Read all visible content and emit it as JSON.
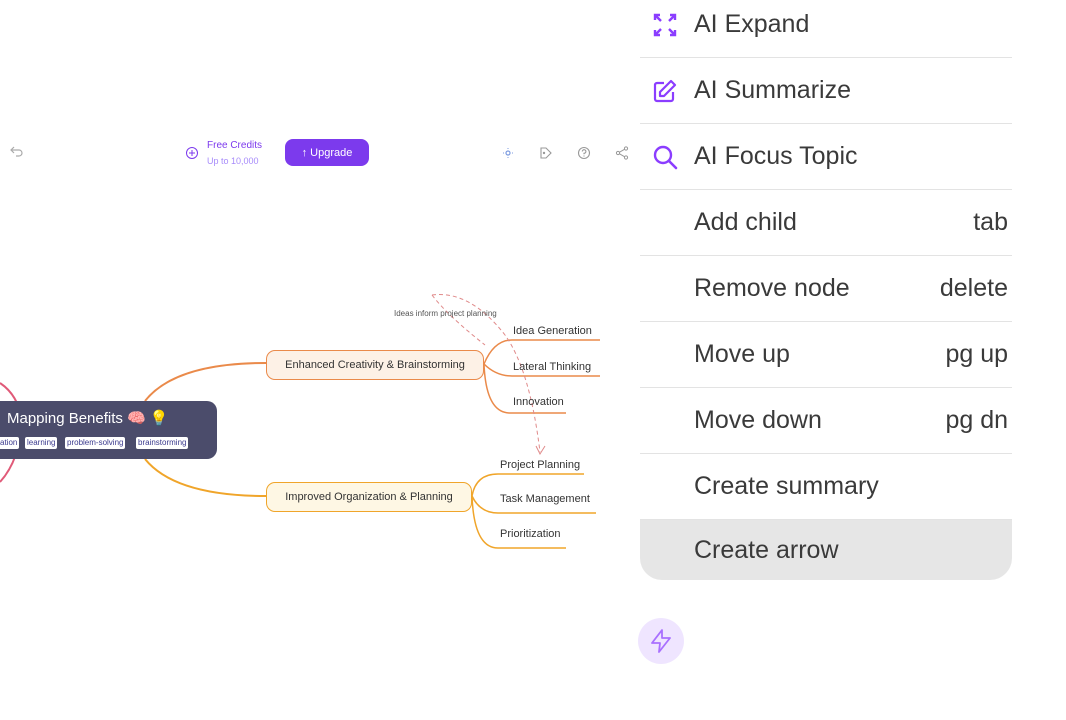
{
  "toolbar": {
    "undo_icon": "undo-icon",
    "credits_title": "Free Credits",
    "credits_subtitle": "Up to 10,000",
    "upgrade_label": "↑ Upgrade",
    "icons": [
      "theme-icon",
      "layout-icon",
      "help-icon",
      "share-icon"
    ]
  },
  "mindmap": {
    "root": {
      "title": "Mapping Benefits 🧠 💡",
      "tags": [
        "ation",
        "learning",
        "problem-solving",
        "brainstorming"
      ]
    },
    "branches": [
      {
        "label": "Enhanced Creativity & Brainstorming",
        "color": "#ea8a4a",
        "children": [
          "Idea Generation",
          "Lateral Thinking",
          "Innovation"
        ]
      },
      {
        "label": "Improved Organization & Planning",
        "color": "#f0a52a",
        "children": [
          "Project Planning",
          "Task Management",
          "Prioritization"
        ]
      }
    ],
    "arrow_label": "Ideas inform project planning",
    "root_color": "#4b4c6b",
    "left_branch_color": "#e05a78"
  },
  "context_menu": {
    "accent_color": "#8b3dff",
    "items": [
      {
        "label": "AI Expand",
        "icon": "expand-icon",
        "shortcut": ""
      },
      {
        "label": "AI Summarize",
        "icon": "edit-icon",
        "shortcut": ""
      },
      {
        "label": "AI Focus Topic",
        "icon": "search-icon",
        "shortcut": ""
      },
      {
        "label": "Add child",
        "icon": "",
        "shortcut": "tab"
      },
      {
        "label": "Remove node",
        "icon": "",
        "shortcut": "delete"
      },
      {
        "label": "Move up",
        "icon": "",
        "shortcut": "pg up"
      },
      {
        "label": "Move down",
        "icon": "",
        "shortcut": "pg dn"
      },
      {
        "label": "Create summary",
        "icon": "",
        "shortcut": ""
      },
      {
        "label": "Create arrow",
        "icon": "",
        "shortcut": ""
      }
    ]
  },
  "fab": {
    "icon": "lightning-icon"
  }
}
